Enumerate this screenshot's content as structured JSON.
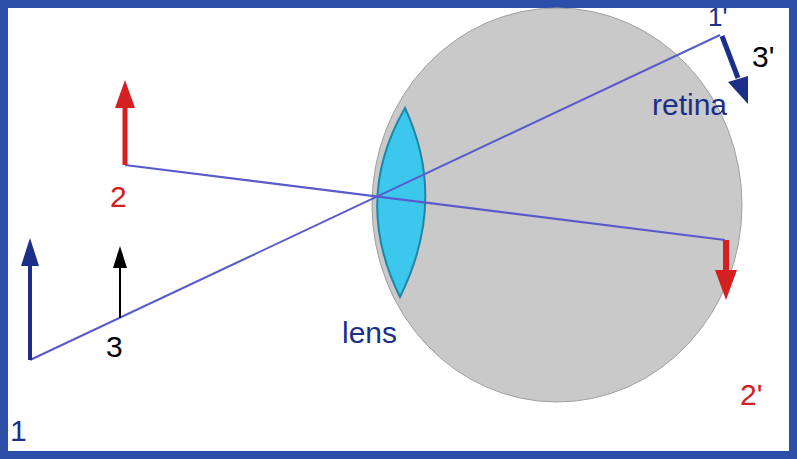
{
  "diagram": {
    "labels": [
      "1",
      "2",
      "3",
      "1'",
      "3'",
      "retina",
      "2'",
      "lens"
    ]
  }
}
